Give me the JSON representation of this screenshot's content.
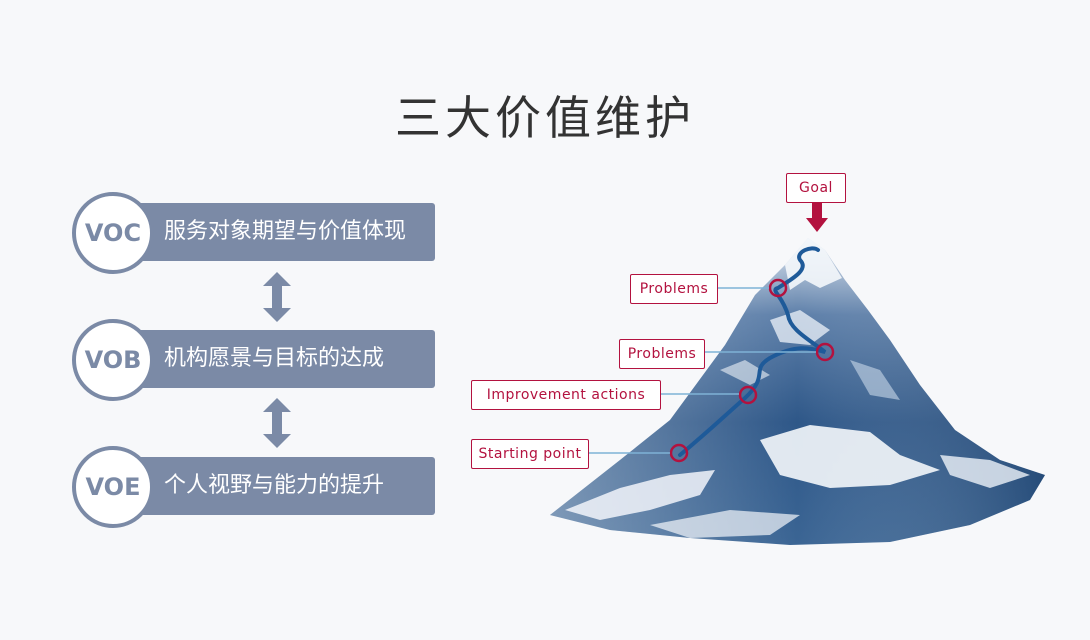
{
  "title": "三大价值维护",
  "values": [
    {
      "abbr": "VOC",
      "label": "服务对象期望与价值体现"
    },
    {
      "abbr": "VOB",
      "label": "机构愿景与目标的达成"
    },
    {
      "abbr": "VOE",
      "label": "个人视野与能力的提升"
    }
  ],
  "mountain": {
    "goal": "Goal",
    "problems_upper": "Problems",
    "problems_lower": "Problems",
    "improvement": "Improvement actions",
    "start": "Starting point"
  },
  "colors": {
    "accent": "#7b8aa6",
    "callout": "#b3123f",
    "path": "#1e5a99"
  }
}
